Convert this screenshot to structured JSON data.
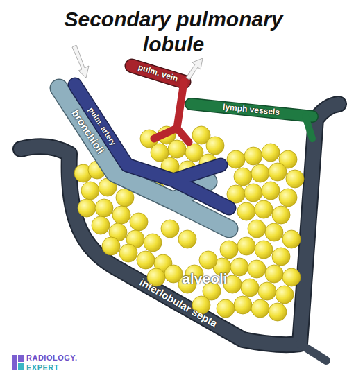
{
  "diagram": {
    "title": "Secondary pulmonary lobule",
    "labels": [
      "pulm. vein",
      "lymph vessels",
      "bronchioli",
      "pulm. artery",
      "alveoli",
      "interlobular septa",
      "RADIOLOGY.",
      "EXPERT"
    ]
  }
}
